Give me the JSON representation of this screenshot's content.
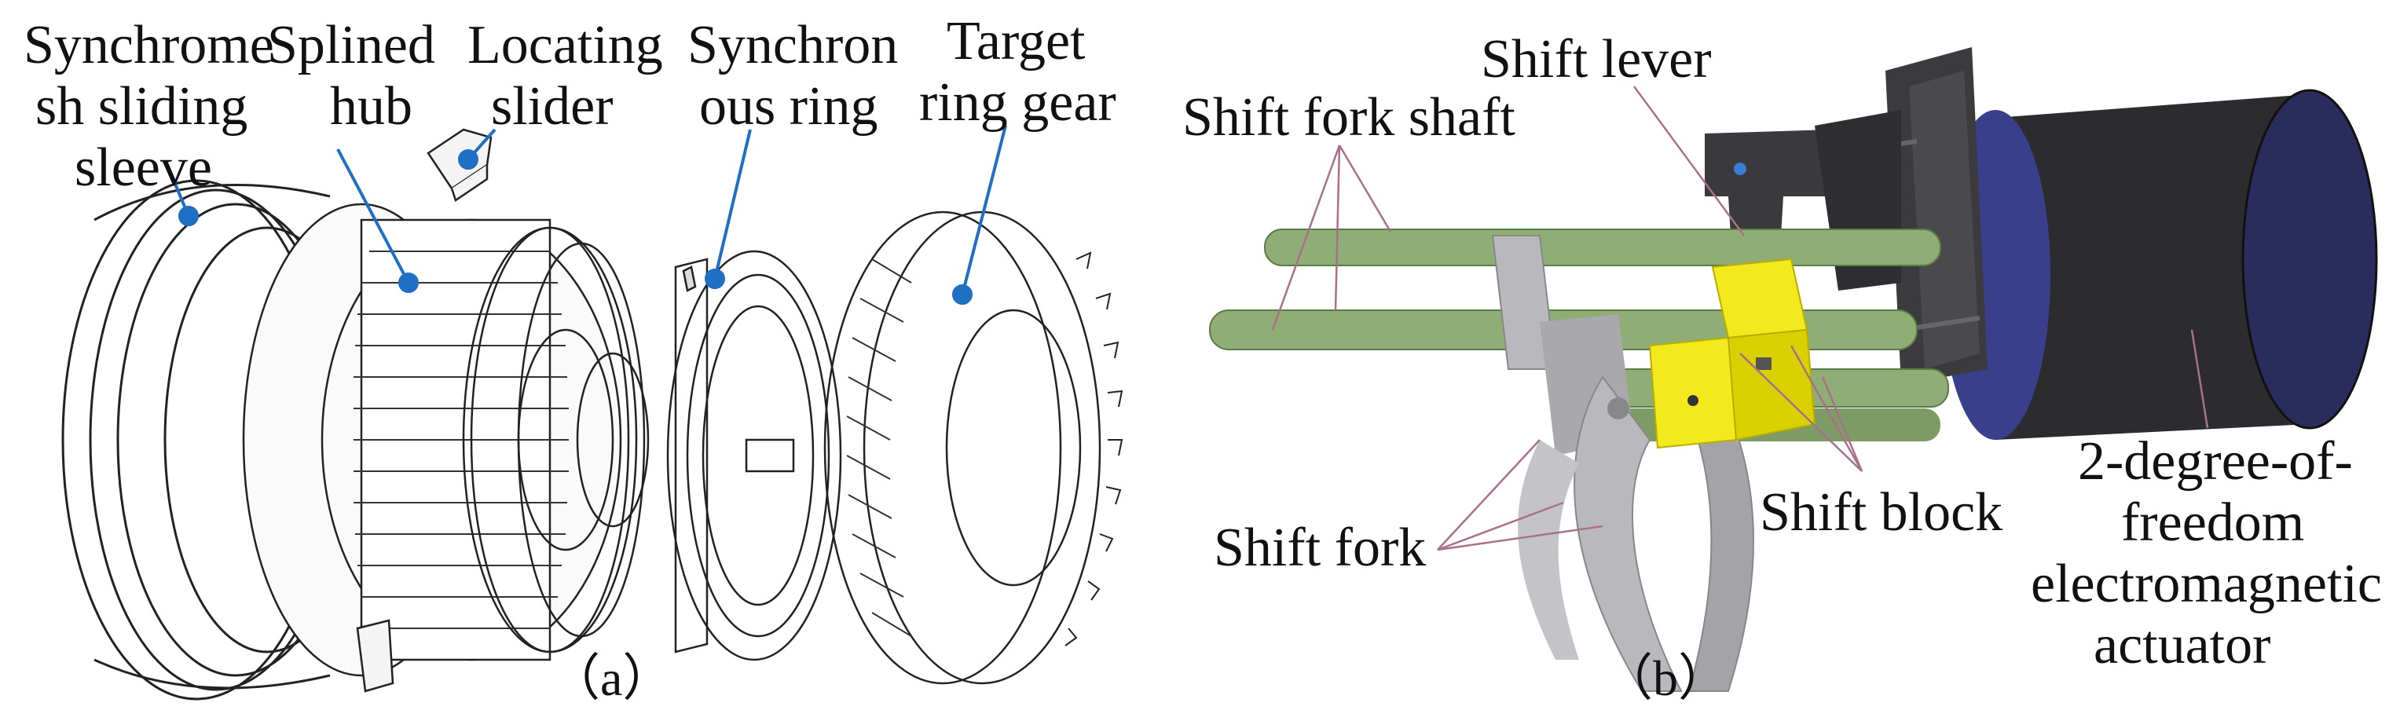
{
  "panel_a": {
    "caption": "（a）",
    "labels": {
      "synchro_sleeve": [
        "Synchrome",
        "sh sliding",
        "sleeve"
      ],
      "splined_hub": [
        "Splined",
        "hub"
      ],
      "locating_slider": [
        "Locating",
        "slider"
      ],
      "synchronous_ring": [
        "Synchron",
        "ous ring"
      ],
      "target_ring_gear": [
        "Target",
        "ring gear"
      ]
    }
  },
  "panel_b": {
    "caption": "（b）",
    "labels": {
      "shift_lever": "Shift lever",
      "shift_fork_shaft": "Shift fork shaft",
      "shift_fork": "Shift fork",
      "shift_block": "Shift block",
      "actuator": [
        "2-degree-of-",
        "freedom",
        "electromagnetic",
        "actuator"
      ]
    }
  },
  "colors": {
    "leader_blue": "#1f6fc4",
    "leader_pink": "#a8708a",
    "shaft_green": "#8fae75",
    "block_yellow": "#f2ea1c",
    "actuator_dark": "#2c2c2e",
    "actuator_blue": "#3a3f8c",
    "fork_gray": "#b9b9bd"
  }
}
